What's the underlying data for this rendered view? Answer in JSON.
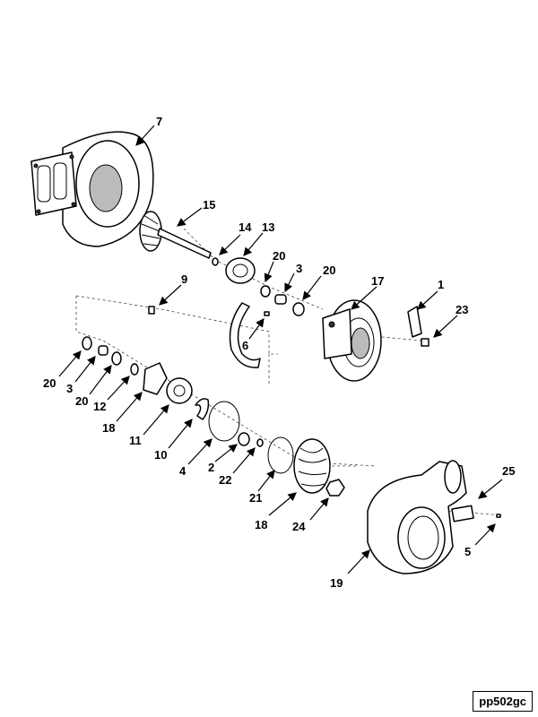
{
  "callouts": {
    "c7": "7",
    "c15": "15",
    "c14": "14",
    "c13": "13",
    "c20a": "20",
    "c3a": "3",
    "c20b": "20",
    "c17": "17",
    "c1": "1",
    "c23": "23",
    "c9": "9",
    "c6": "6",
    "c20c": "20",
    "c3b": "3",
    "c20d": "20",
    "c12": "12",
    "c18a": "18",
    "c11": "11",
    "c10": "10",
    "c4": "4",
    "c2": "2",
    "c22": "22",
    "c21": "21",
    "c18b": "18",
    "c24": "24",
    "c25": "25",
    "c5": "5",
    "c19": "19"
  },
  "doc_id": "pp502gc"
}
